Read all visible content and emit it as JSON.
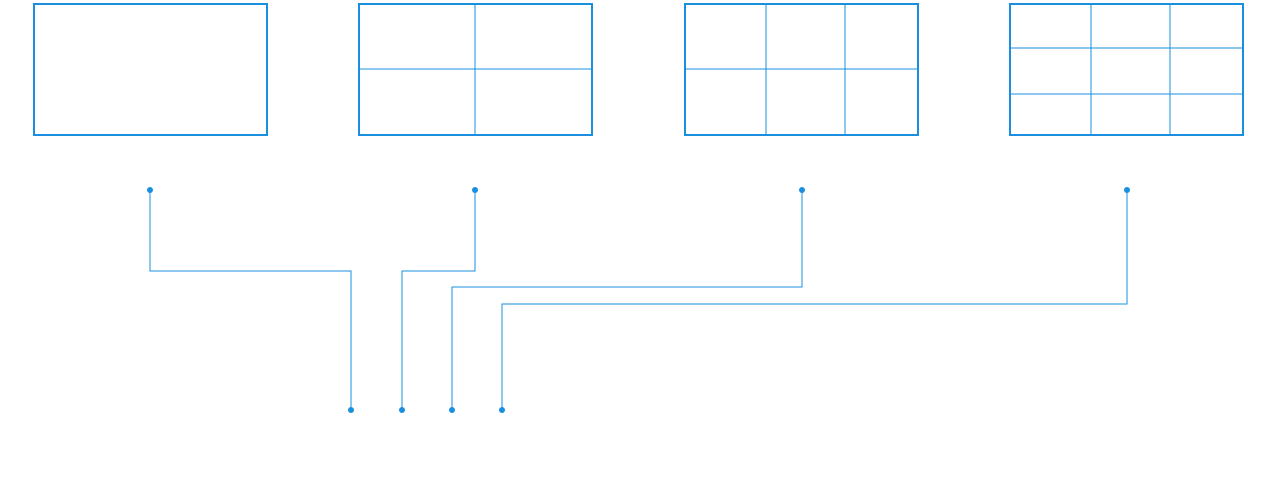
{
  "colors": {
    "accent": "#1a8fe0",
    "background": "#ffffff"
  },
  "layouts": [
    {
      "name": "single-view",
      "rows": 1,
      "cols": 1
    },
    {
      "name": "two-by-two-view",
      "rows": 2,
      "cols": 2
    },
    {
      "name": "two-by-three-view",
      "rows": 2,
      "cols": 3
    },
    {
      "name": "three-by-three-view",
      "rows": 3,
      "cols": 3
    }
  ],
  "connections": [
    {
      "from": "single-view",
      "to_port": 1
    },
    {
      "from": "two-by-two-view",
      "to_port": 2
    },
    {
      "from": "two-by-three-view",
      "to_port": 3
    },
    {
      "from": "three-by-three-view",
      "to_port": 4
    }
  ]
}
